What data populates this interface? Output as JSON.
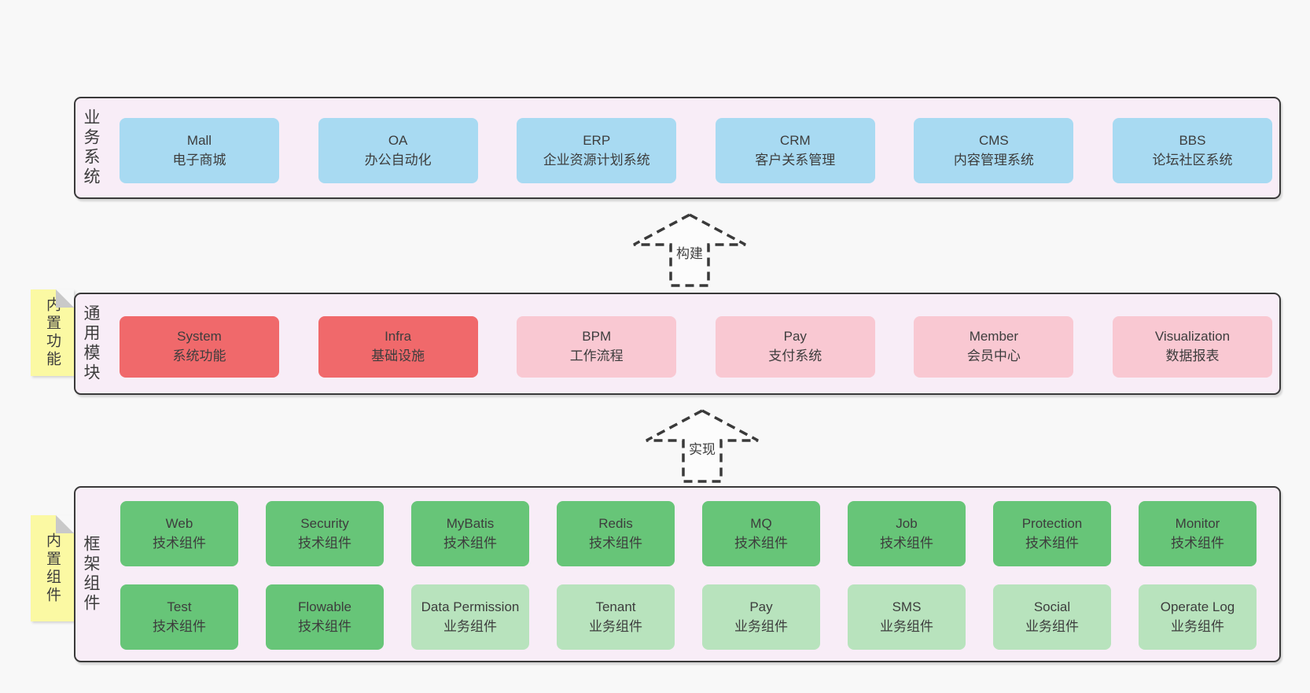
{
  "palette": {
    "page-bg": "#f8f8f8",
    "container-bg": "#f8edf7",
    "container-border": "#3a3a3a",
    "box-blue": "#a8daf2",
    "box-red": "#f0696b",
    "box-pink": "#f9c8d2",
    "box-green": "#67c578",
    "box-green-light": "#b8e3bd",
    "sticky-yellow": "#fbf9a3",
    "sticky-fold": "#c9c9c9",
    "text": "#3d3d3d"
  },
  "arrows": {
    "build": {
      "label": "构建"
    },
    "implement": {
      "label": "实现"
    }
  },
  "layers": {
    "business": {
      "label": "业务系统",
      "boxes": [
        {
          "title": "Mall",
          "subtitle": "电子商城",
          "tone": "blue"
        },
        {
          "title": "OA",
          "subtitle": "办公自动化",
          "tone": "blue"
        },
        {
          "title": "ERP",
          "subtitle": "企业资源计划系统",
          "tone": "blue"
        },
        {
          "title": "CRM",
          "subtitle": "客户关系管理",
          "tone": "blue"
        },
        {
          "title": "CMS",
          "subtitle": "内容管理系统",
          "tone": "blue"
        },
        {
          "title": "BBS",
          "subtitle": "论坛社区系统",
          "tone": "blue"
        }
      ]
    },
    "modules": {
      "label": "通用模块",
      "sticky": "内置功能",
      "boxes": [
        {
          "title": "System",
          "subtitle": "系统功能",
          "tone": "red"
        },
        {
          "title": "Infra",
          "subtitle": "基础设施",
          "tone": "red"
        },
        {
          "title": "BPM",
          "subtitle": "工作流程",
          "tone": "pink"
        },
        {
          "title": "Pay",
          "subtitle": "支付系统",
          "tone": "pink"
        },
        {
          "title": "Member",
          "subtitle": "会员中心",
          "tone": "pink"
        },
        {
          "title": "Visualization",
          "subtitle": "数据报表",
          "tone": "pink"
        }
      ]
    },
    "framework": {
      "label": "框架组件",
      "sticky": "内置组件",
      "rows": [
        [
          {
            "title": "Web",
            "subtitle": "技术组件",
            "tone": "green"
          },
          {
            "title": "Security",
            "subtitle": "技术组件",
            "tone": "green"
          },
          {
            "title": "MyBatis",
            "subtitle": "技术组件",
            "tone": "green"
          },
          {
            "title": "Redis",
            "subtitle": "技术组件",
            "tone": "green"
          },
          {
            "title": "MQ",
            "subtitle": "技术组件",
            "tone": "green"
          },
          {
            "title": "Job",
            "subtitle": "技术组件",
            "tone": "green"
          },
          {
            "title": "Protection",
            "subtitle": "技术组件",
            "tone": "green"
          },
          {
            "title": "Monitor",
            "subtitle": "技术组件",
            "tone": "green"
          }
        ],
        [
          {
            "title": "Test",
            "subtitle": "技术组件",
            "tone": "green"
          },
          {
            "title": "Flowable",
            "subtitle": "技术组件",
            "tone": "green"
          },
          {
            "title": "Data Permission",
            "subtitle": "业务组件",
            "tone": "green-light"
          },
          {
            "title": "Tenant",
            "subtitle": "业务组件",
            "tone": "green-light"
          },
          {
            "title": "Pay",
            "subtitle": "业务组件",
            "tone": "green-light"
          },
          {
            "title": "SMS",
            "subtitle": "业务组件",
            "tone": "green-light"
          },
          {
            "title": "Social",
            "subtitle": "业务组件",
            "tone": "green-light"
          },
          {
            "title": "Operate Log",
            "subtitle": "业务组件",
            "tone": "green-light"
          }
        ]
      ]
    }
  }
}
